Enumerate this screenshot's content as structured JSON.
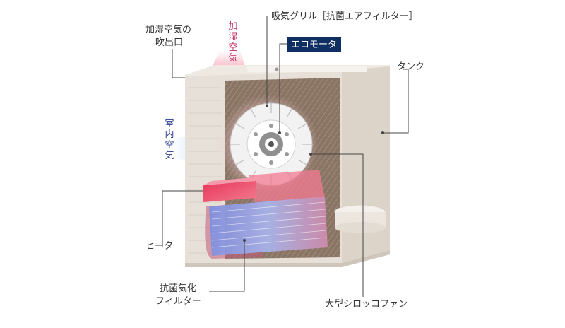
{
  "labels": {
    "outlet": [
      "加湿空気の",
      "吹出口"
    ],
    "humidified_air": "加湿空気",
    "room_air": "室内空気",
    "intake_grill": "吸気グリル［抗菌エアフィルター］",
    "eco_motor": "エコモータ",
    "tank": "タンク",
    "heater": "ヒータ",
    "filter": [
      "抗菌気化",
      "フィルター"
    ],
    "fan": "大型シロッコファン"
  },
  "colors": {
    "humidified": "#c0306a",
    "room_air": "#2a3a8c",
    "tag_bg": "#0f2f63",
    "leader": "#444444"
  }
}
